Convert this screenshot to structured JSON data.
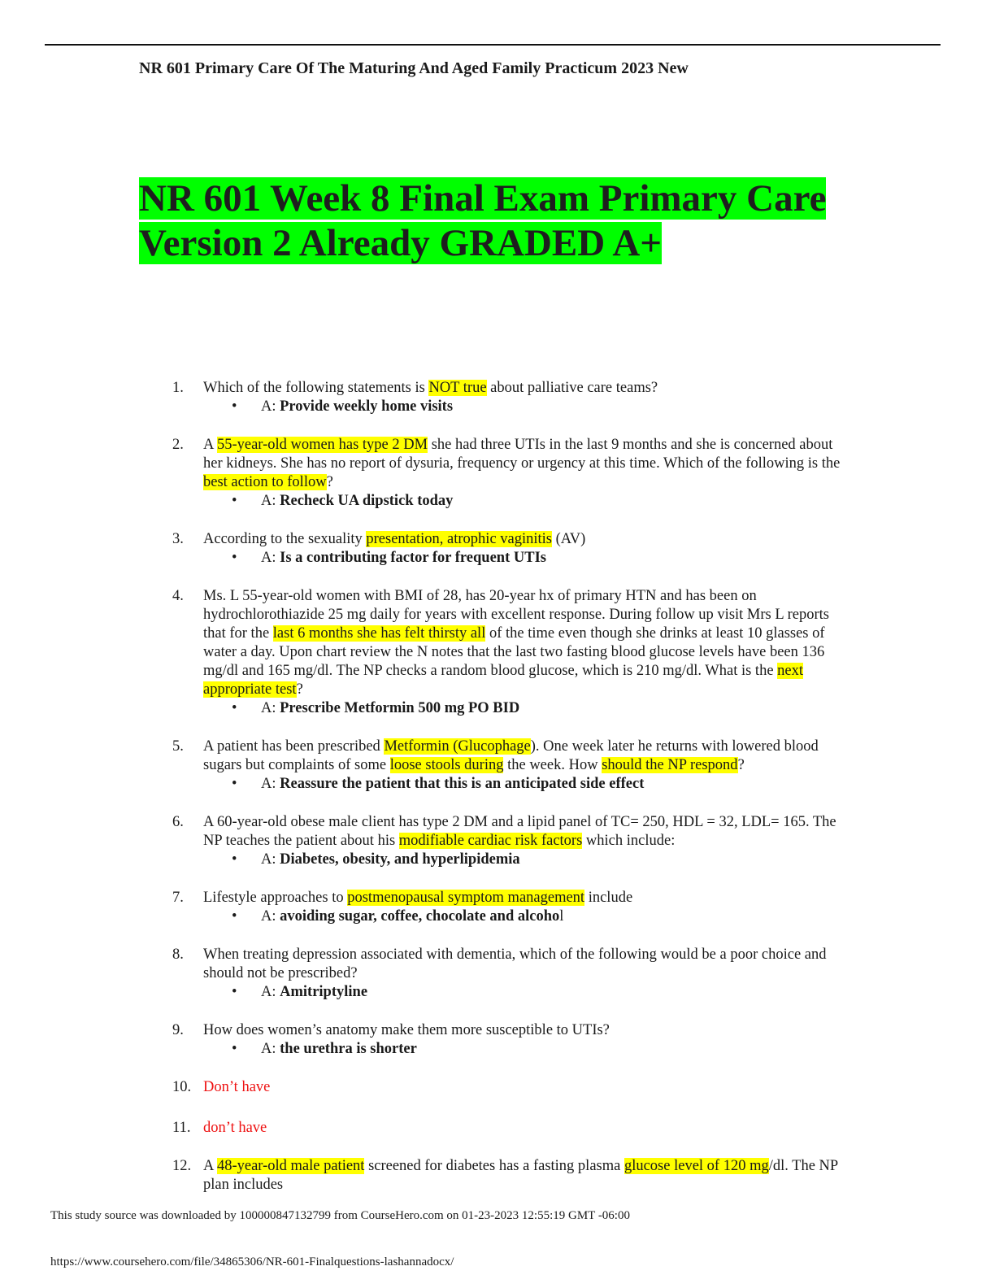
{
  "header": {
    "title": "NR 601 Primary Care Of The Maturing And Aged Family Practicum 2023 New"
  },
  "doc_title": "NR 601 Week 8 Final Exam Primary Care Version 2 Already GRADED A+",
  "highlight_colors": {
    "title": "#00ff00",
    "text": "#ffff00",
    "missing": "#ee1111"
  },
  "questions": [
    {
      "num": "1.",
      "parts": [
        "Which of the following statements is ",
        "NOT true",
        " about palliative care teams?"
      ],
      "answer_prefix": "A: ",
      "answer": "Provide weekly home visits"
    },
    {
      "num": "2.",
      "parts": [
        "A ",
        "55-year-old women has type 2 DM",
        " she had three UTIs in the last 9 months and she is concerned about her kidneys. She has no report of dysuria, frequency or urgency at this time. Which of the following is the ",
        "best action to follow",
        "?"
      ],
      "answer_prefix": "A: ",
      "answer": "Recheck UA dipstick today"
    },
    {
      "num": "3.",
      "parts": [
        "According to the sexuality ",
        "presentation, atrophic vaginitis",
        " (AV)"
      ],
      "answer_prefix": "A: ",
      "answer": "Is a contributing factor for frequent UTIs"
    },
    {
      "num": "4.",
      "parts": [
        "Ms. L 55-year-old women with BMI of 28, has 20-year hx of primary HTN and has been on hydrochlorothiazide 25 mg daily for years with excellent response. During follow up visit Mrs L reports that for the ",
        "last 6 months she has felt thirsty all",
        " of the time even though she drinks at least 10 glasses of water a day. Upon chart review the N notes that the last two fasting blood glucose levels have been 136 mg/dl and 165 mg/dl. The NP checks a random blood glucose, which is 210 mg/dl. What is the ",
        "next appropriate test",
        "?"
      ],
      "answer_prefix": "A: ",
      "answer": "Prescribe Metformin 500 mg PO BID"
    },
    {
      "num": "5.",
      "parts": [
        "A patient has been prescribed ",
        "Metformin (Glucophage",
        "). One week later he returns with lowered blood sugars but complaints of some ",
        "loose stools during",
        " the week. How ",
        "should the NP respond",
        "?"
      ],
      "answer_prefix": "A: ",
      "answer": "Reassure the patient that this is an anticipated side effect"
    },
    {
      "num": "6.",
      "parts": [
        "A 60-year-old obese male client has type 2 DM and a lipid panel of TC= 250, HDL = 32, LDL= 165. The NP teaches the patient about his ",
        "modifiable cardiac risk factors",
        " which include:"
      ],
      "answer_prefix": "A: ",
      "answer": "Diabetes, obesity, and hyperlipidemia"
    },
    {
      "num": "7.",
      "parts": [
        "Lifestyle approaches to ",
        "postmenopausal symptom management",
        " include"
      ],
      "answer_prefix": "A: ",
      "answer": "avoiding sugar, coffee, chocolate and alcoho",
      "answer_tail": "l"
    },
    {
      "num": "8.",
      "parts": [
        "When treating depression associated with dementia, which of the following would be a poor choice and should not be prescribed?"
      ],
      "answer_prefix": "A: ",
      "answer": "Amitriptyline"
    },
    {
      "num": "9.",
      "parts": [
        "How does women’s anatomy make them more susceptible to UTIs?"
      ],
      "answer_prefix": "A: ",
      "answer": "the urethra is shorter"
    },
    {
      "num": "10.",
      "missing": " Don’t have"
    },
    {
      "num": "11.",
      "missing": "don’t have"
    },
    {
      "num": "12.",
      "parts": [
        " A ",
        "48-year-old male patient",
        " screened for diabetes has a fasting plasma ",
        "glucose level of 120 mg",
        "/dl. The NP plan includes"
      ]
    }
  ],
  "footer": {
    "note": "This study source was downloaded by 100000847132799 from CourseHero.com on 01-23-2023 12:55:19 GMT -06:00",
    "url": "https://www.coursehero.com/file/34865306/NR-601-Finalquestions-lashannadocx/"
  }
}
